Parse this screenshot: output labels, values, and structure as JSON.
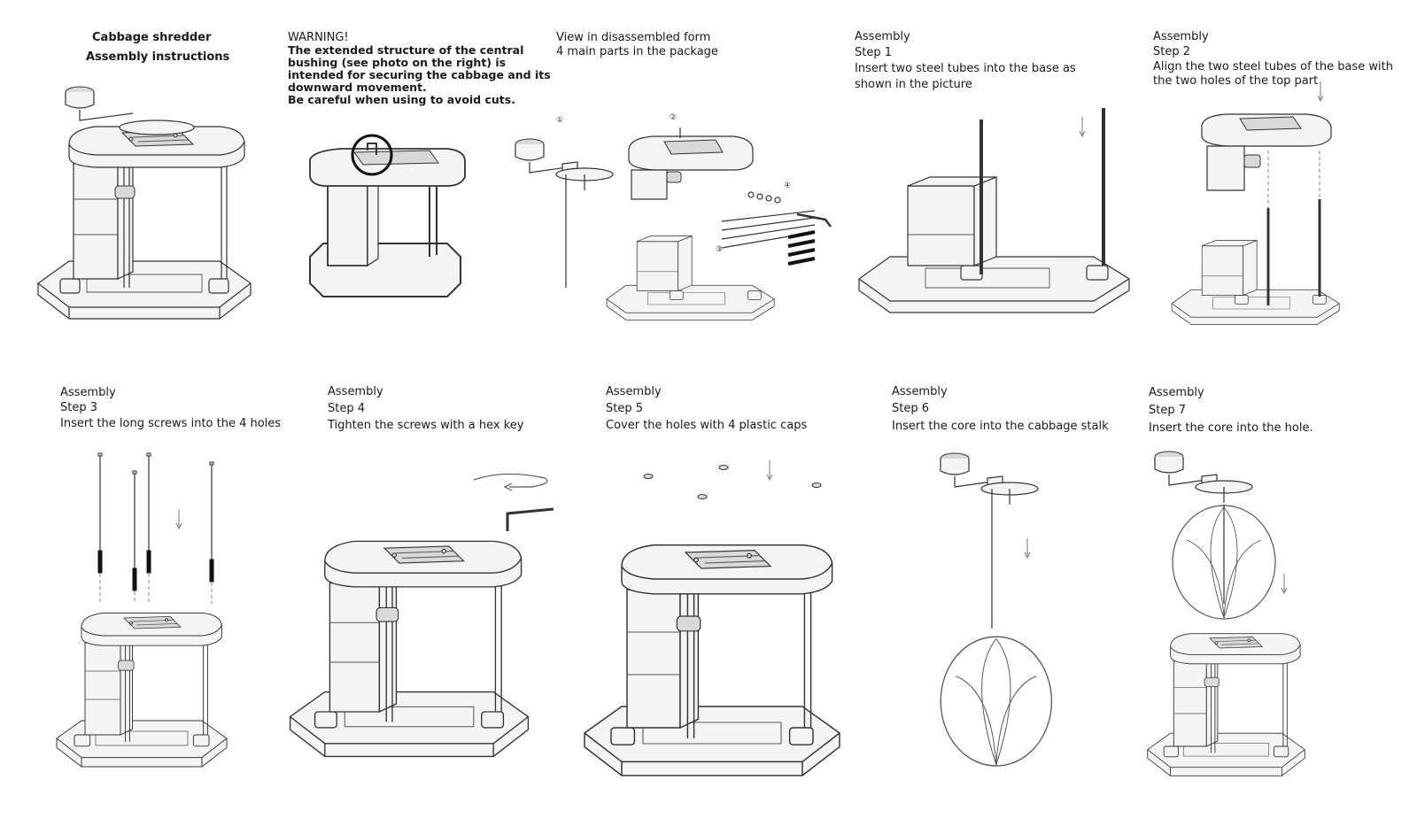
{
  "intro": {
    "title": "Cabbage shredder",
    "subtitle": "Assembly instructions"
  },
  "warning": {
    "heading": "WARNING!",
    "lines": [
      "The extended structure of the central",
      "bushing (see photo on the right) is",
      "intended for securing the cabbage and its",
      "downward movement.",
      "Be careful when using to avoid cuts."
    ]
  },
  "parts": {
    "line1": "View in disassembled form",
    "line2": "4 main parts in the package",
    "markers": [
      "①",
      "②",
      "③",
      "④"
    ]
  },
  "steps": [
    {
      "heading": "Assembly",
      "step": "Step 1",
      "lines": [
        "Insert two steel tubes into the base as",
        "shown in the picture"
      ]
    },
    {
      "heading": "Assembly",
      "step": "Step 2",
      "lines": [
        "Align the two steel tubes of the base with",
        "the two holes of the top part"
      ]
    },
    {
      "heading": "Assembly",
      "step": "Step 3",
      "lines": [
        "Insert the long screws into the 4 holes"
      ]
    },
    {
      "heading": "Assembly",
      "step": "Step 4",
      "lines": [
        "Tighten the screws with a hex key"
      ]
    },
    {
      "heading": "Assembly",
      "step": "Step 5",
      "lines": [
        "Cover the holes with 4 plastic caps"
      ]
    },
    {
      "heading": "Assembly",
      "step": "Step 6",
      "lines": [
        "Insert the core into the cabbage stalk"
      ]
    },
    {
      "heading": "Assembly",
      "step": "Step 7",
      "lines": [
        "Insert the core into the hole."
      ]
    }
  ]
}
